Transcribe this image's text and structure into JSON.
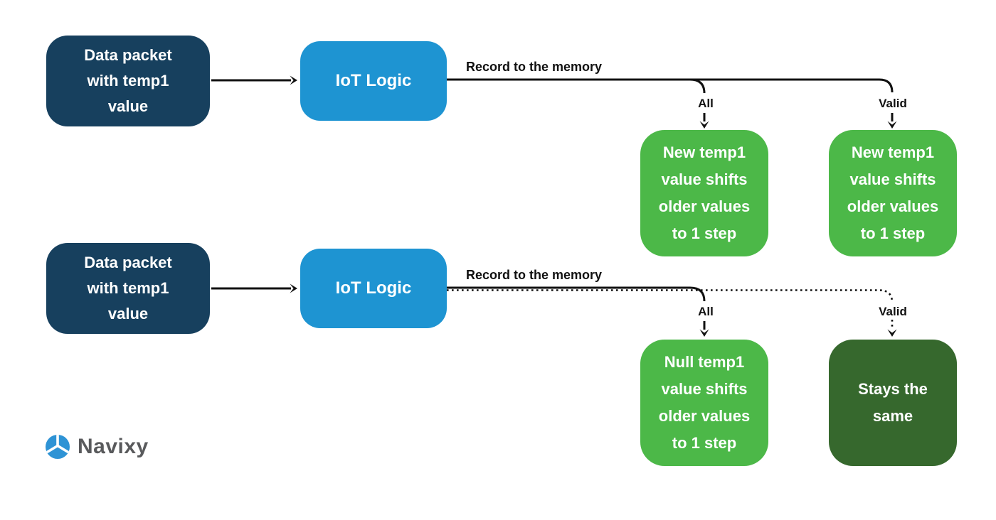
{
  "colors": {
    "source_box": "#17405E",
    "processor_box": "#1E94D2",
    "outcome_box": "#4CB848",
    "outcome_box_dark": "#36682D",
    "line": "#111111",
    "logo_mark": "#2E93D5",
    "logo_text": "#595A5C"
  },
  "rows": [
    {
      "source": "Data packet\nwith temp1\nvalue",
      "processor": "IoT Logic",
      "edge_label": "Record to the memory",
      "all_label": "All",
      "all_target": "New temp1\nvalue shifts\nolder values\nto 1 step",
      "valid_label": "Valid",
      "valid_target": "New temp1\nvalue shifts\nolder values\nto 1 step"
    },
    {
      "source": "Data packet\nwith temp1\nvalue",
      "processor": "IoT Logic",
      "edge_label": "Record to the memory",
      "all_label": "All",
      "all_target": "Null temp1\nvalue shifts\nolder values\nto 1 step",
      "valid_label": "Valid",
      "valid_target": "Stays the\nsame"
    }
  ],
  "logo": {
    "text": "Navixy"
  }
}
